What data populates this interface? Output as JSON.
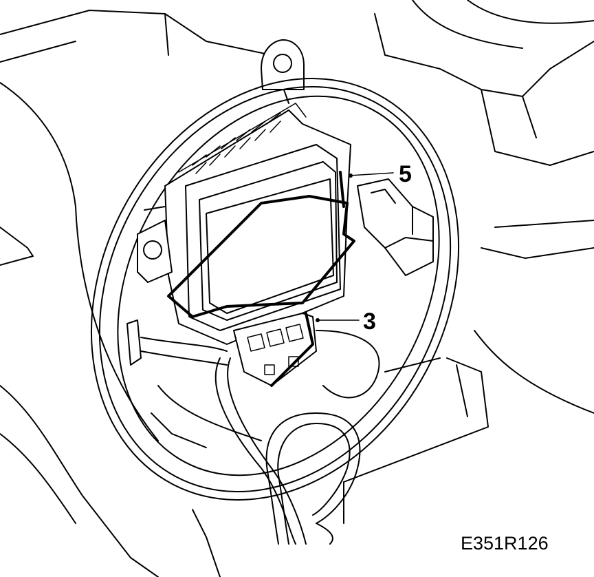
{
  "callouts": {
    "part_5": "5",
    "part_3": "3"
  },
  "reference_code": "E351R126"
}
